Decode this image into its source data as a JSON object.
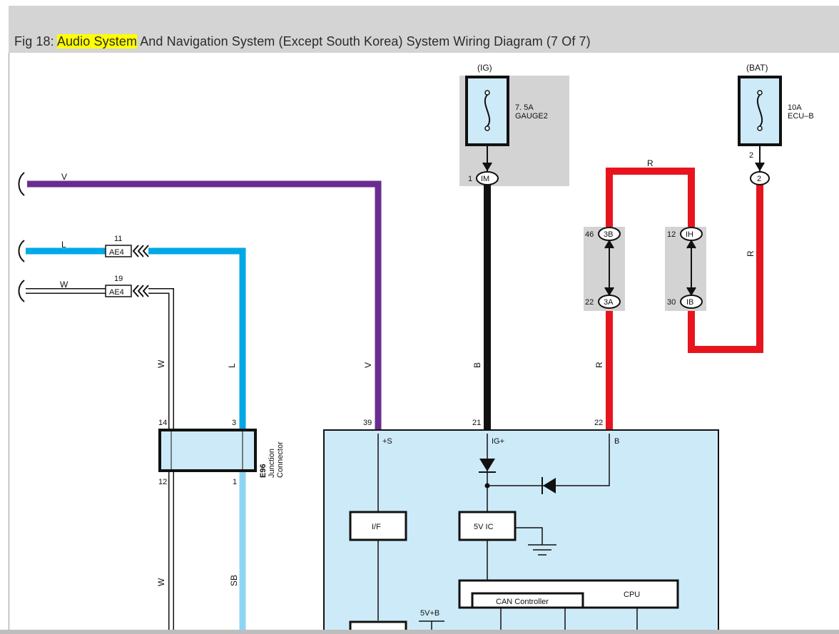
{
  "caption": {
    "prefix": "Fig 18: ",
    "highlight": "Audio System",
    "rest": " And Navigation System (Except South Korea) System Wiring Diagram (7 Of 7)"
  },
  "diagram": {
    "ig_label": "(IG)",
    "bat_label": "(BAT)",
    "fuse_gauge_rating": "7. 5A",
    "fuse_gauge_name": "GAUGE2",
    "fuse_ecu_rating": "10A",
    "fuse_ecu_name": "ECU–B",
    "wire_v": "V",
    "wire_l": "L",
    "wire_w": "W",
    "wire_b": "B",
    "wire_r": "R",
    "wire_sb": "SB",
    "ae4_label": "AE4",
    "ae4_pin_l": "11",
    "ae4_pin_w": "19",
    "pin_im": "1",
    "conn_im": "IM",
    "pin_bat": "2",
    "conn_bat": "2",
    "pin_3b": "46",
    "conn_3b": "3B",
    "pin_3a": "22",
    "conn_3a": "3A",
    "pin_ih": "12",
    "conn_ih": "IH",
    "pin_ib": "30",
    "conn_ib": "IB",
    "jc_pin_14": "14",
    "jc_pin_3": "3",
    "jc_pin_12": "12",
    "jc_pin_1": "1",
    "jc_code": "E96",
    "jc_name1": "Junction",
    "jc_name2": "Connector",
    "unit_pin_39": "39",
    "unit_pin_21": "21",
    "unit_pin_22": "22",
    "term_s": "+S",
    "term_ig": "IG+",
    "term_b": "B",
    "block_if": "I/F",
    "block_5vic": "5V IC",
    "block_cpu": "CPU",
    "block_can": "CAN Controller",
    "label_5vb": "5V+B"
  },
  "colors": {
    "violet": "#6a2c91",
    "blue": "#00a9e6",
    "sky": "#8fd3f4",
    "red": "#e8141d",
    "black": "#111111",
    "unit_fill": "#cdeaf8",
    "shade": "#d3d3d3"
  }
}
